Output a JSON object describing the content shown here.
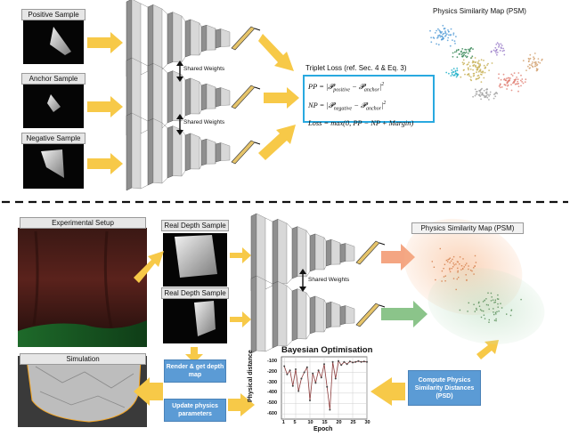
{
  "top": {
    "samples": [
      "Positive Sample",
      "Anchor Sample",
      "Negative Sample"
    ],
    "shared_weights": "Shared Weights",
    "loss_title": "Triplet Loss (ref. Sec. 4 & Eq. 3)",
    "psm_title": "Physics Similarity Map (PSM)",
    "eq": {
      "pp_lhs": "PP",
      "np_lhs": "NP",
      "P": "𝓟",
      "positive": "positive",
      "negative": "negative",
      "anchor": "anchor",
      "sq": "2",
      "loss": "Loss = max(0, PP − NP + Margin)"
    }
  },
  "bottom": {
    "experimental_setup": "Experimental Setup",
    "simulation": "Simulation",
    "real_depth_1": "Real Depth Sample",
    "real_depth_2": "Real Depth Sample",
    "shared_weights": "Shared Weights",
    "psm_title": "Physics Similarity Map (PSM)",
    "render_box": "Render & get depth map",
    "update_box": "Update physics parameters",
    "compute_box": "Compute Physics Similarity Distances (PSD)"
  },
  "colors": {
    "arrow_yellow": "#f7c948",
    "arrow_orange": "#f4a582",
    "arrow_green": "#8bc48a",
    "loss_border": "#29a9e0",
    "action_box": "#5b9bd5"
  },
  "chart_data": {
    "type": "line",
    "title": "Bayesian Optimisation",
    "xlabel": "Epoch",
    "ylabel": "Physical distance",
    "xlim": [
      0,
      30
    ],
    "ylim": [
      -650,
      -50
    ],
    "xticks": [
      1,
      5,
      10,
      15,
      20,
      25,
      30
    ],
    "yticks": [
      -100,
      -200,
      -300,
      -400,
      -500,
      -600
    ],
    "grid": true,
    "series": [
      {
        "x": [
          1,
          2,
          3,
          4,
          5,
          6,
          7,
          8,
          9,
          10,
          11,
          12,
          13,
          14,
          15,
          16,
          17,
          18,
          19,
          20,
          21,
          22,
          23,
          24,
          25,
          26,
          27,
          28,
          29,
          30
        ],
        "values": [
          -140,
          -220,
          -180,
          -330,
          -170,
          -380,
          -260,
          -200,
          -150,
          -470,
          -210,
          -300,
          -180,
          -250,
          -120,
          -340,
          -560,
          -100,
          -260,
          -90,
          -130,
          -100,
          -120,
          -95,
          -105,
          -100,
          -90,
          -100,
          -95,
          -100
        ]
      }
    ]
  }
}
